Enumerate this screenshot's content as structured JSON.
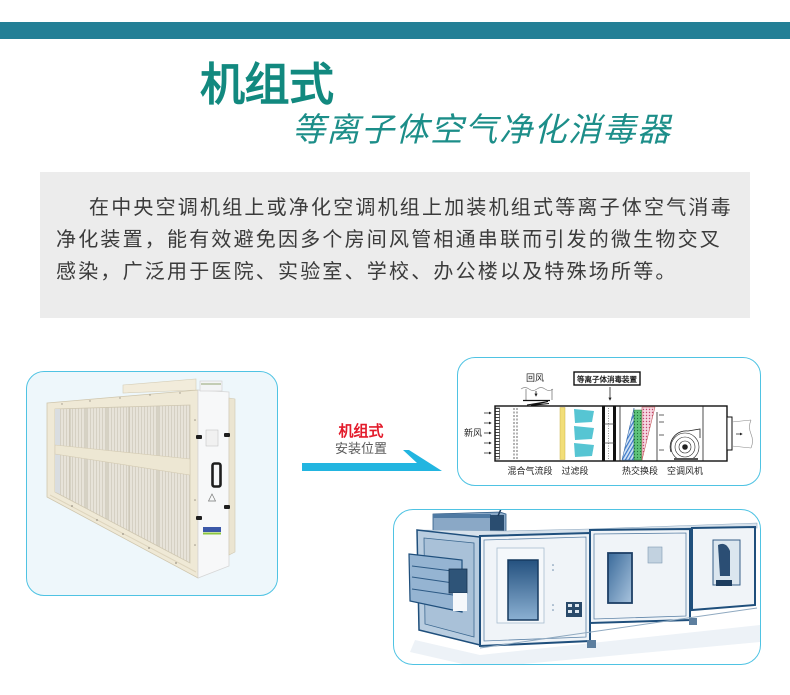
{
  "header_bar": {
    "color": "#237f96"
  },
  "heading": {
    "title": "机组式",
    "subtitle": "等离子体空气净化消毒器",
    "title_color": "#12897f",
    "subtitle_color": "#1c8e89"
  },
  "description": {
    "background": "#ececec",
    "lines": [
      "在中央空调机组上或净化空调机组上加装机组式等离子体空气消毒",
      "净化装置，能有效避免因多个房间风管相通串联而引发的微生物交叉",
      "感染，广泛用于医院、实验室、学校、办公楼以及特殊场所等。"
    ]
  },
  "install_callout": {
    "title": "机组式",
    "subtitle": "安装位置",
    "title_color": "#e31b2b",
    "arrow_color": "#22b5e0",
    "icon": "arrow-right-icon"
  },
  "figures": {
    "card_border_color": "#4fc3e3",
    "product_photo": {
      "icon": "filter-unit-image"
    },
    "diagram": {
      "return_air_label": "回风",
      "fresh_air_label": "新风",
      "device_label": "等离子体消毒装置",
      "sections": [
        "混合气流段",
        "过滤段",
        "热交换段",
        "空调风机"
      ]
    },
    "ahu_photo": {
      "icon": "air-handling-unit-image"
    }
  }
}
